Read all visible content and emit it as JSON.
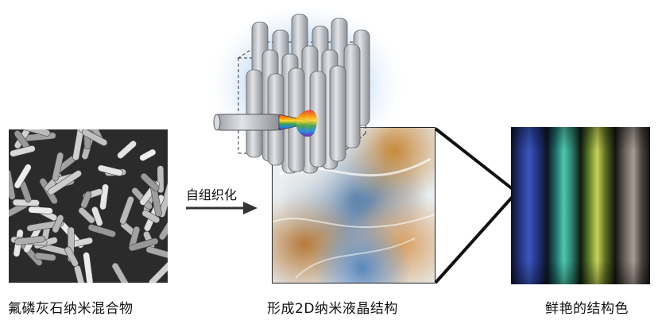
{
  "captions": {
    "left": "氟磷灰石纳米混合物",
    "middle": "形成2D纳米液晶结构",
    "right": "鲜艳的结构色"
  },
  "arrow_label": "自组织化",
  "colors": {
    "arrow": "#333333",
    "zoom_lines": "#111111",
    "glow": "#7aaee8"
  },
  "icons": {
    "sem_image": "nanorod-sem-micrograph",
    "rod_bundle": "liquid-crystal-rod-bundle-icon",
    "light_beam": "rainbow-light-beam-icon",
    "polarized_image": "polarized-texture-image",
    "color_strip": "structural-color-strip-image"
  }
}
